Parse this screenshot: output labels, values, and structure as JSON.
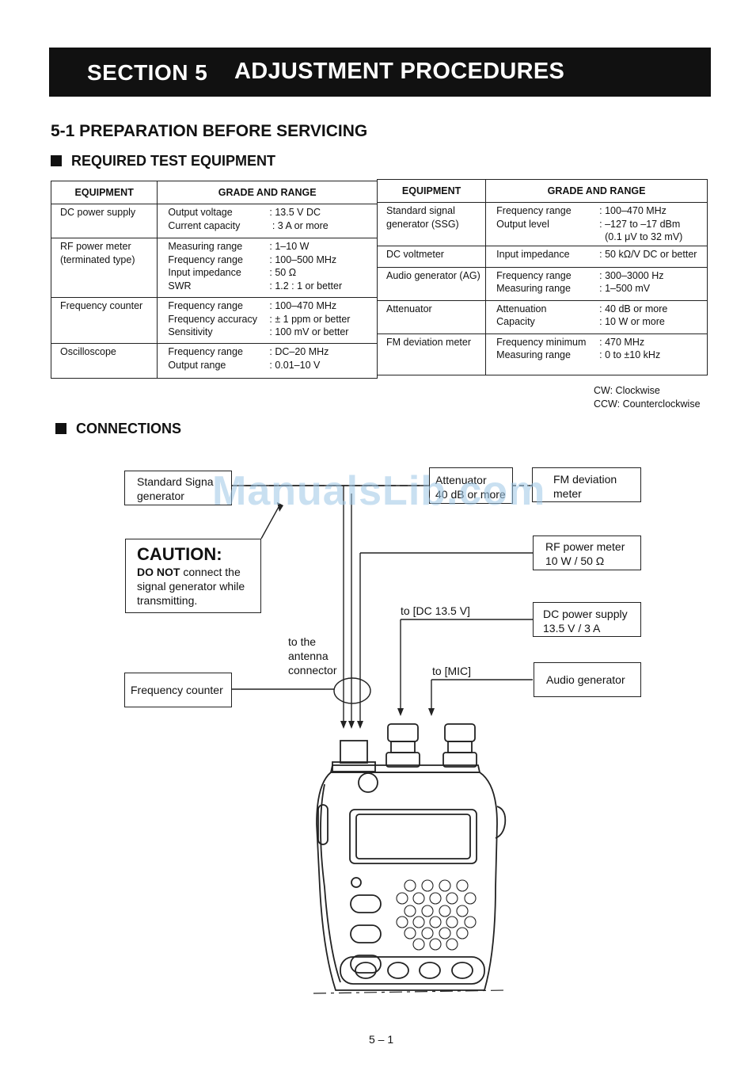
{
  "section_number": "SECTION  5",
  "section_title": "ADJUSTMENT PROCEDURES",
  "subsection_title": "5-1  PREPARATION BEFORE SERVICING",
  "required_equipment_heading": "REQUIRED TEST EQUIPMENT",
  "table_headers": {
    "equipment": "EQUIPMENT",
    "grade": "GRADE AND RANGE"
  },
  "left_table": [
    {
      "name": [
        "DC power supply"
      ],
      "specs": [
        {
          "k": "Output voltage",
          "v": ": 13.5 V DC"
        },
        {
          "k": "Current capacity",
          "v": " : 3 A or more"
        }
      ]
    },
    {
      "name": [
        "RF power meter",
        "(terminated type)"
      ],
      "specs": [
        {
          "k": "Measuring range",
          "v": ": 1–10 W"
        },
        {
          "k": "Frequency range",
          "v": ": 100–500 MHz"
        },
        {
          "k": "Input impedance",
          "v": ": 50 Ω"
        },
        {
          "k": "SWR",
          "v": ": 1.2 : 1 or better"
        }
      ]
    },
    {
      "name": [
        "Frequency counter"
      ],
      "specs": [
        {
          "k": "Frequency range",
          "v": ": 100–470 MHz"
        },
        {
          "k": "Frequency accuracy",
          "v": ": ± 1 ppm or better"
        },
        {
          "k": "Sensitivity",
          "v": ": 100 mV or better"
        }
      ]
    },
    {
      "name": [
        "Oscilloscope"
      ],
      "specs": [
        {
          "k": "Frequency range",
          "v": ": DC–20 MHz"
        },
        {
          "k": "Output range",
          "v": ": 0.01–10 V"
        }
      ]
    }
  ],
  "right_table": [
    {
      "name": [
        "Standard signal",
        "generator (SSG)"
      ],
      "specs": [
        {
          "k": "Frequency range",
          "v": ": 100–470 MHz"
        },
        {
          "k": "Output level",
          "v": ": –127 to –17 dBm"
        },
        {
          "k": "",
          "v": "  (0.1 μV to 32 mV)"
        }
      ]
    },
    {
      "name": [
        "DC voltmeter"
      ],
      "specs": [
        {
          "k": "Input impedance",
          "v": ": 50 kΩ/V DC or better"
        }
      ]
    },
    {
      "name": [
        "Audio generator (AG)"
      ],
      "specs": [
        {
          "k": "Frequency range",
          "v": ": 300–3000 Hz"
        },
        {
          "k": "Measuring range",
          "v": ": 1–500 mV"
        }
      ]
    },
    {
      "name": [
        "Attenuator"
      ],
      "specs": [
        {
          "k": "Attenuation",
          "v": ": 40 dB or more"
        },
        {
          "k": "Capacity",
          "v": ": 10 W or more"
        }
      ]
    },
    {
      "name": [
        "FM deviation meter"
      ],
      "specs": [
        {
          "k": "Frequency minimum",
          "v": ": 470 MHz"
        },
        {
          "k": "Measuring range",
          "v": ": 0 to ±10 kHz"
        }
      ]
    }
  ],
  "notes": {
    "cw": "CW:  Clockwise",
    "ccw": "CCW:  Counterclockwise"
  },
  "connections_heading": "CONNECTIONS",
  "diagram": {
    "ssg": [
      "Standard Signa",
      "generator"
    ],
    "attenuator": [
      "Attenuator",
      "40 dB or more"
    ],
    "fm_meter": [
      "FM deviation",
      "meter"
    ],
    "caution_title": "CAUTION:",
    "caution_bold": "DO NOT",
    "caution_text_1": " connect the",
    "caution_text_2": "signal generator while",
    "caution_text_3": "transmitting.",
    "rf_meter": [
      "RF power meter",
      "10 W / 50 Ω"
    ],
    "dc_label": "to [DC 13.5 V]",
    "dc_supply": [
      "DC power supply",
      "13.5 V / 3 A"
    ],
    "antenna_label": [
      "to the",
      "antenna",
      "connector"
    ],
    "mic_label": "to [MIC]",
    "audio_gen": "Audio generator",
    "freq_counter": "Frequency counter"
  },
  "watermark": "ManualsLib.com",
  "page_number": "5 – 1"
}
